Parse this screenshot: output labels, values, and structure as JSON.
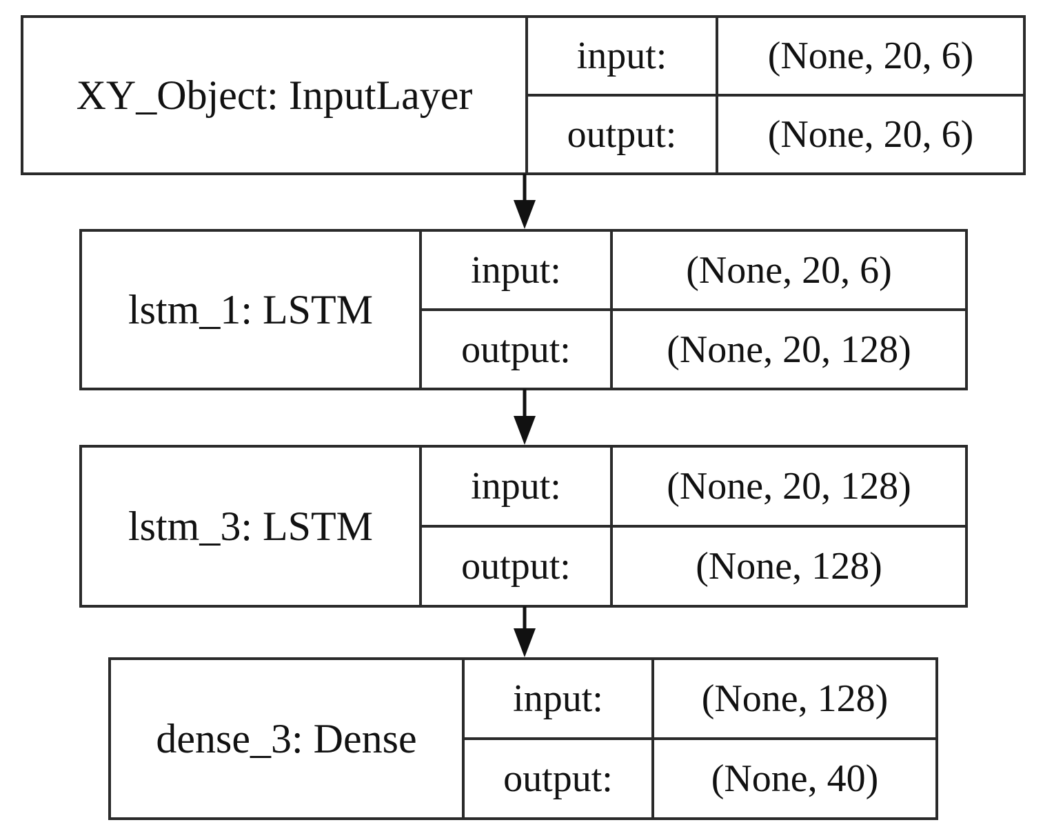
{
  "layers": [
    {
      "name": "XY_Object: InputLayer",
      "input_label": "input:",
      "input_shape": "(None, 20, 6)",
      "output_label": "output:",
      "output_shape": "(None, 20, 6)"
    },
    {
      "name": "lstm_1: LSTM",
      "input_label": "input:",
      "input_shape": "(None, 20, 6)",
      "output_label": "output:",
      "output_shape": "(None, 20, 128)"
    },
    {
      "name": "lstm_3: LSTM",
      "input_label": "input:",
      "input_shape": "(None, 20, 128)",
      "output_label": "output:",
      "output_shape": "(None, 128)"
    },
    {
      "name": "dense_3: Dense",
      "input_label": "input:",
      "input_shape": "(None, 128)",
      "output_label": "output:",
      "output_shape": "(None, 40)"
    }
  ],
  "edges": [
    {
      "from": "XY_Object",
      "to": "lstm_1"
    },
    {
      "from": "lstm_1",
      "to": "lstm_3"
    },
    {
      "from": "lstm_3",
      "to": "dense_3"
    }
  ],
  "colors": {
    "stroke": "#2a2a2a",
    "arrow": "#111111",
    "background": "#ffffff"
  }
}
